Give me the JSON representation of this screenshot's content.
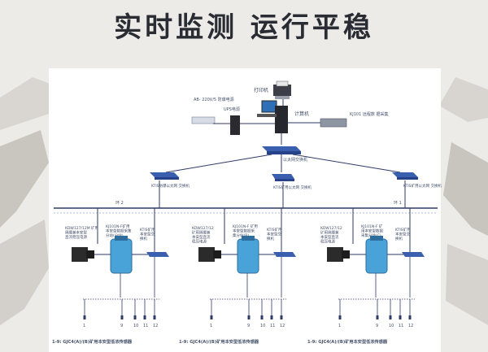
{
  "headline": "实时监测  运行平稳",
  "nodes": {
    "printer": "打印机",
    "left_device": "AB-\n220V/5\n防爆电源",
    "ups": "UPS电源",
    "computer": "计算机",
    "right_device": "KJ101\n远程数\n据采集",
    "main_switch": "以太网交换机",
    "sub_label_center": "KTIS矿用以太网\n交换机",
    "sub_label_left": "KTIS防爆以太网\n交换机",
    "sub_label_right": "KTIS矿用以太网\n交换机"
  },
  "bus": {
    "left_tag": "环  2",
    "right_tag": "环  1"
  },
  "groups": [
    {
      "station_label": "KDW127/12M 矿用\n隔爆兼本安型\n直流稳压电源",
      "sensor_label": "KJ101N-F矿用\n本安型数据采集\n分站(分站)",
      "switch_label": "KTIS矿用\n本安型交\n换机",
      "numbers": [
        "1",
        "9",
        "10",
        "11",
        "12"
      ],
      "caption": "1-9: GJC4(A)/(B)矿用本安型低浓传感器"
    },
    {
      "station_label": "KDW127/12\n矿用隔爆兼\n本安型直流\n稳压电源",
      "sensor_label": "KJ101N-F 矿用\n本安型数据采\n集分站(B)",
      "switch_label": "KTIS矿用\n本安型交\n换机",
      "numbers": [
        "1",
        "9",
        "10",
        "11",
        "12"
      ],
      "caption": "1-9: GJC4(A)/(B)矿用本安型低浓传感器"
    },
    {
      "station_label": "KDW127/12\n矿用隔爆兼\n本安型直流\n稳压电源",
      "sensor_label": "KJ101N-F 矿\n用本安型数据\n采集分站(C)",
      "switch_label": "KTIS矿用\n本安型交\n换机",
      "numbers": [
        "1",
        "9",
        "10",
        "11",
        "12"
      ],
      "caption": "1-9: GJC4(A)/(B)矿用本安型低浓传感器"
    }
  ],
  "colors": {
    "line": "#2f3a66",
    "device_blue": "#4aa3d8",
    "switch_blue": "#3a5fae",
    "dark": "#2b2b2b"
  }
}
